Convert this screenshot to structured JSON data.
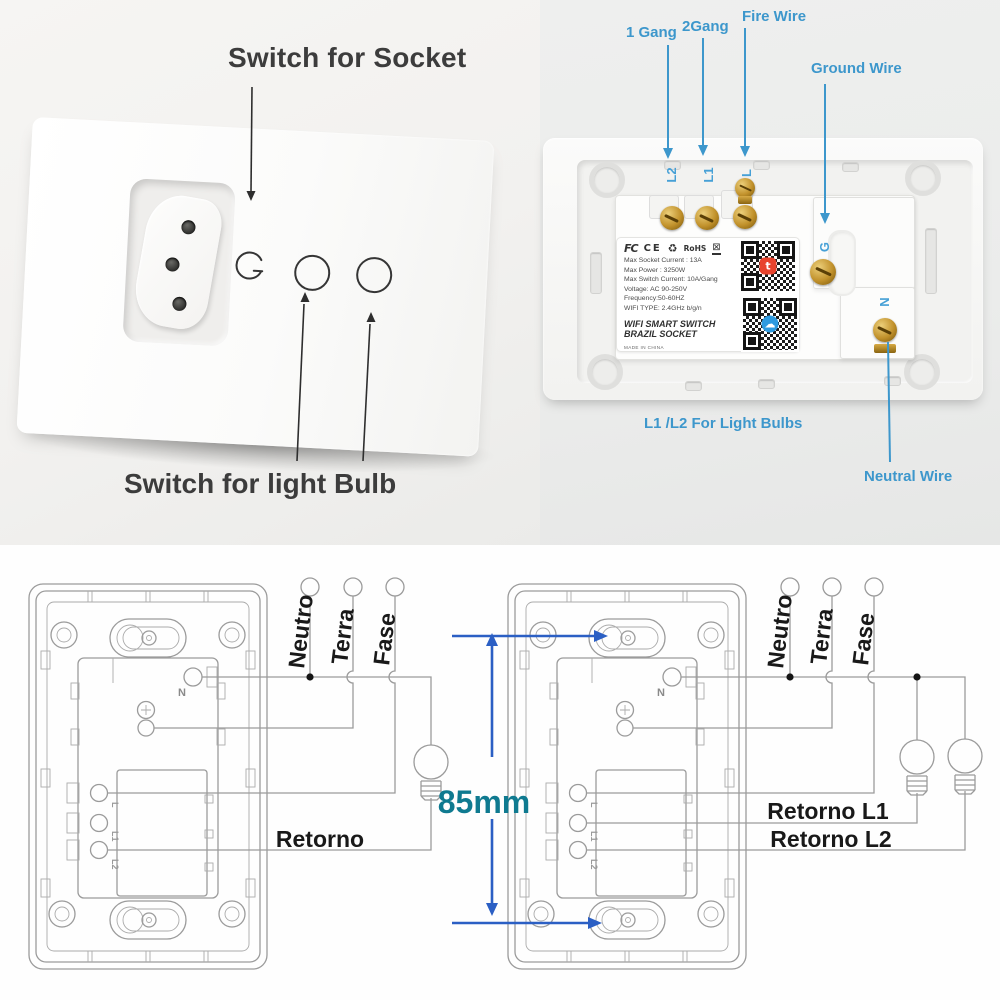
{
  "top_left": {
    "title": "Switch for Socket",
    "bulb_label": "Switch for light Bulb"
  },
  "top_right": {
    "labels": {
      "gang1": "1 Gang",
      "gang2": "2Gang",
      "fire_wire": "Fire Wire",
      "ground_wire": "Ground Wire",
      "light_bulbs": "L1 /L2 For Light Bulbs",
      "neutral_wire": "Neutral Wire"
    },
    "terminals": {
      "l2": "L2",
      "l1": "L1",
      "l": "L",
      "g": "G",
      "n": "N"
    },
    "sticker": {
      "cert_marks": {
        "fcc": "FC",
        "ce": "CE",
        "recycle": "♻",
        "rohs": "RoHS",
        "weee": "⊠"
      },
      "specs": [
        "Max Socket Current : 13A",
        "Max Power : 3250W",
        "Max Switch Current: 10A/Gang",
        "Voltage: AC 90-250V",
        "Frequency:50-60HZ",
        "WIFI TYPE: 2.4GHz b/g/n"
      ],
      "product_line1": "WIFI SMART SWITCH",
      "product_line2": "BRAZIL SOCKET",
      "made_in": "MADE IN CHINA",
      "qr1_icon": "t",
      "qr2_icon": "☁"
    }
  },
  "diagrams": {
    "wire_labels": {
      "neutro": "Neutro",
      "terra": "Terra",
      "fase": "Fase"
    },
    "module_n": "N",
    "module_terminals": [
      "L",
      "L1",
      "L2"
    ],
    "left": {
      "retorno": "Retorno"
    },
    "right": {
      "retorno_l1": "Retorno L1",
      "retorno_l2": "Retorno L2"
    },
    "dimension": "85mm"
  },
  "colors": {
    "annotation_blue": "#3d97cc",
    "dimension_blue": "#2b5fc4",
    "dimension_teal": "#0f7a90",
    "title_gray": "#3c3c3c",
    "diagram_stroke": "#9b9b9b",
    "brass": "#b8860b",
    "qr_red": "#e8442e",
    "qr_blue": "#2f9be0"
  }
}
